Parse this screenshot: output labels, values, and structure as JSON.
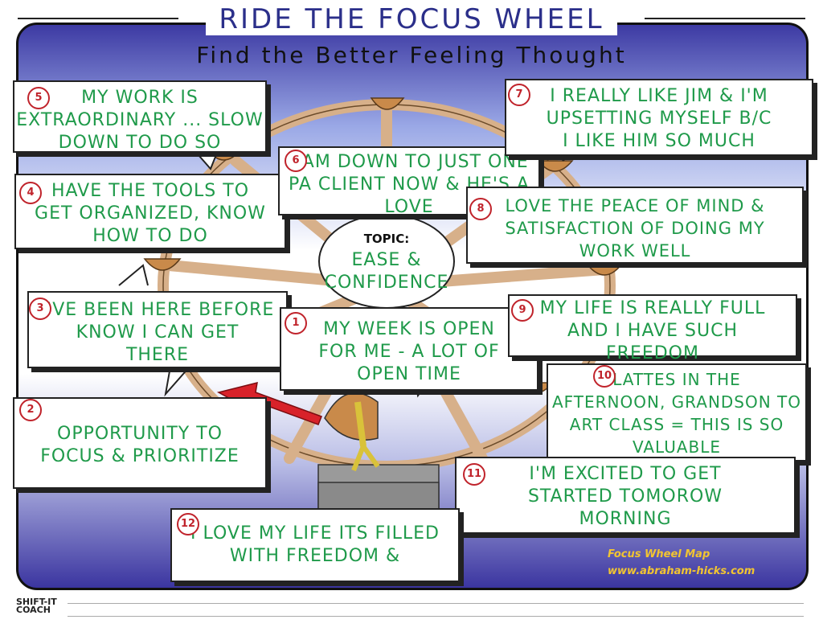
{
  "header": {
    "title": "RIDE THE FOCUS WHEEL",
    "subtitle": "Find the Better Feeling Thought"
  },
  "topic": {
    "label": "TOPIC:",
    "text": "EASE &\nCONFIDENCE"
  },
  "statements": [
    {
      "num": "1",
      "text": "MY WEEK IS OPEN\nFOR ME - A LOT OF\nOPEN TIME"
    },
    {
      "num": "2",
      "text": "OPPORTUNITY TO\nFOCUS & PRIORITIZE"
    },
    {
      "num": "3",
      "text": "I'VE BEEN HERE BEFORE\nKNOW I CAN GET\nTHERE"
    },
    {
      "num": "4",
      "text": "HAVE THE TOOLS TO\nGET ORGANIZED, KNOW\nHOW TO DO"
    },
    {
      "num": "5",
      "text": "MY WORK IS\nEXTRAORDINARY ... SLOW\nDOWN TO DO SO"
    },
    {
      "num": "6",
      "text": "I AM DOWN TO JUST ONE\nPA CLIENT NOW & HE'S A\nLOVE"
    },
    {
      "num": "7",
      "text": "I REALLY LIKE JIM & I'M\nUPSETTING MYSELF B/C\nI LIKE HIM SO MUCH"
    },
    {
      "num": "8",
      "text": "LOVE THE PEACE OF MIND &\nSATISFACTION OF DOING MY\nWORK WELL"
    },
    {
      "num": "9",
      "text": "MY LIFE IS REALLY FULL\nAND I HAVE SUCH\nFREEDOM"
    },
    {
      "num": "10",
      "text": "LATTES IN THE\nAFTERNOON, GRANDSON TO\nART CLASS = THIS IS SO\nVALUABLE"
    },
    {
      "num": "11",
      "text": "I'M EXCITED TO GET\nSTARTED TOMOROW\nMORNING"
    },
    {
      "num": "12",
      "text": "I LOVE MY LIFE ITS FILLED\nWITH FREEDOM &"
    }
  ],
  "footer": {
    "map_label": "Focus Wheel Map",
    "url": "www.abraham-hicks.com",
    "logo_line1": "SHIFT-IT",
    "logo_line2": "COACH"
  },
  "colors": {
    "title": "#2b2f8a",
    "statement_text": "#1f9a4a",
    "number_circle": "#c0232b",
    "wheel_spokes": "#d7b08a",
    "arrow": "#d8222a",
    "footer_text": "#f2c531"
  }
}
